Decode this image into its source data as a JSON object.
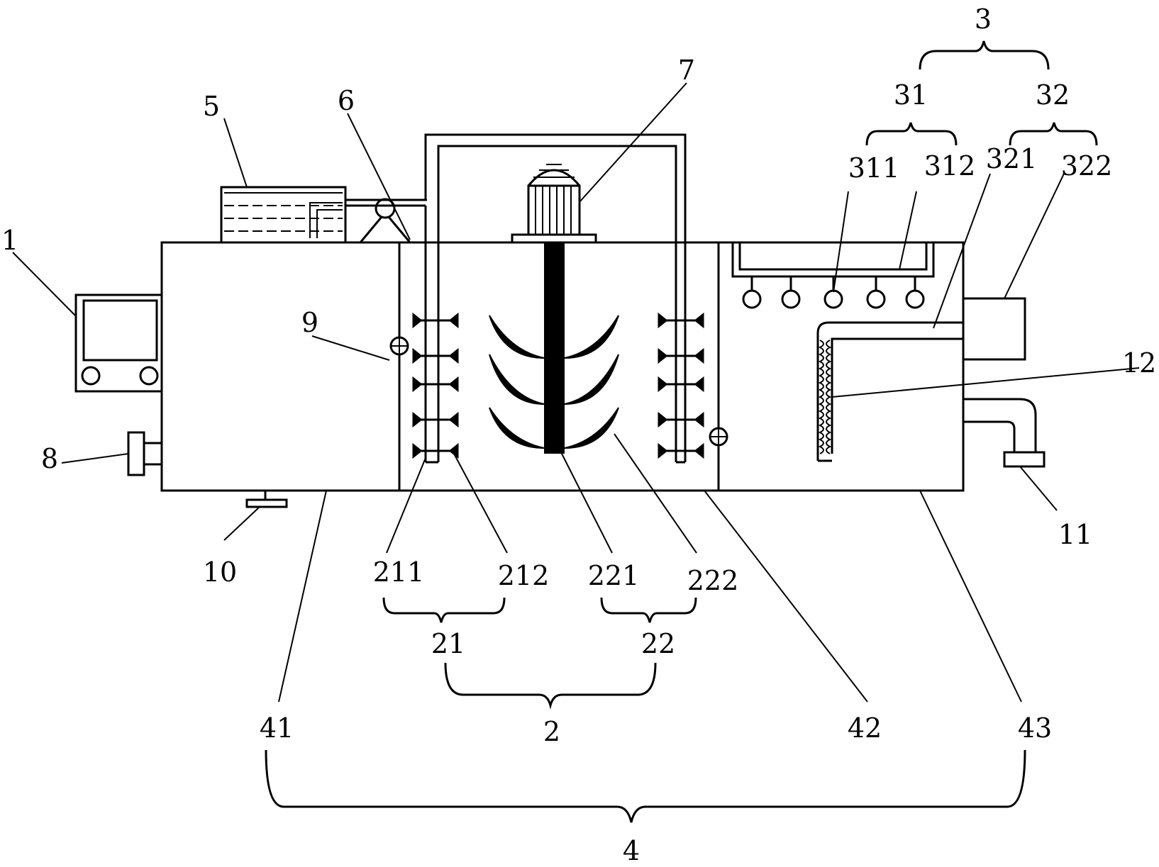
{
  "labels": {
    "l1": "1",
    "l2": "2",
    "l3": "3",
    "l4": "4",
    "l5": "5",
    "l6": "6",
    "l7": "7",
    "l8": "8",
    "l9": "9",
    "l10": "10",
    "l11": "11",
    "l12": "12",
    "l21": "21",
    "l22": "22",
    "l31": "31",
    "l32": "32",
    "l41": "41",
    "l42": "42",
    "l43": "43",
    "l211": "211",
    "l212": "212",
    "l221": "221",
    "l222": "222",
    "l311": "311",
    "l312": "312",
    "l321": "321",
    "l322": "322"
  }
}
